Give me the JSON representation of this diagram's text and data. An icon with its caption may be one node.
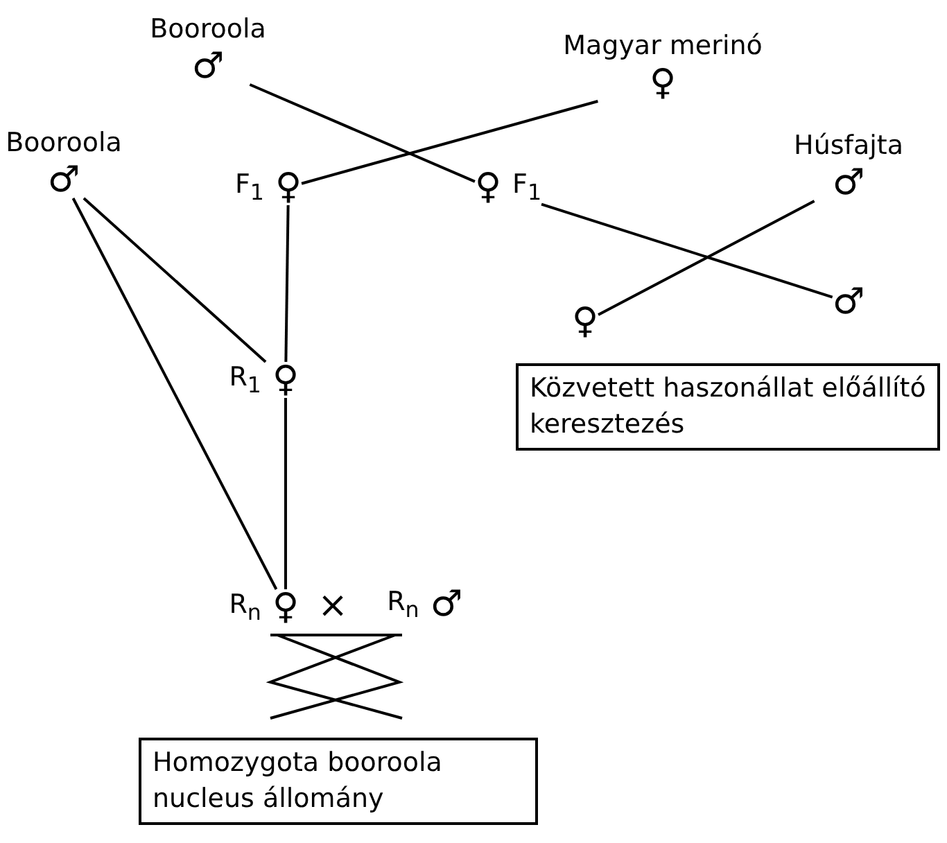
{
  "diagram": {
    "nodes": [
      {
        "text": [
          "Booroola",
          "♂"
        ]
      },
      {
        "text": [
          "Magyar merinó",
          "♀"
        ]
      },
      {
        "text": [
          "Booroola",
          "♂"
        ]
      },
      {
        "text": [
          "F$_{1}$",
          "♀"
        ]
      },
      {
        "text": [
          "♀",
          "F$_{1}$"
        ]
      },
      {
        "text": [
          "Húsfajta",
          "♂"
        ]
      },
      {
        "text": [
          "♀"
        ]
      },
      {
        "text": [
          "♂"
        ]
      },
      {
        "text": [
          "Közvetett haszonállat előállító keresztezés"
        ]
      },
      {
        "text": [
          "R$_{1}$",
          "♀"
        ]
      },
      {
        "text": [
          "R$_{n}$",
          "♀"
        ]
      },
      {
        "text": [
          "R$_{n}$",
          "♂"
        ]
      },
      {
        "text": [
          "Homozygota booroola nucleus állomány"
        ]
      }
    ],
    "edges": [
      {
        "from": 0,
        "to": 4,
        "arrow": "none"
      },
      {
        "from": 1,
        "to": 3,
        "arrow": "none"
      },
      {
        "from": 3,
        "to": 9,
        "arrow": "none"
      },
      {
        "from": 2,
        "to": 9,
        "arrow": "none"
      },
      {
        "from": 2,
        "to": 10,
        "arrow": "none"
      },
      {
        "from": 9,
        "to": 10,
        "arrow": "none"
      },
      {
        "from": 4,
        "to": 7,
        "arrow": "none"
      },
      {
        "from": 5,
        "to": 6,
        "arrow": "none"
      }
    ],
    "labels": [
      "×"
    ]
  }
}
